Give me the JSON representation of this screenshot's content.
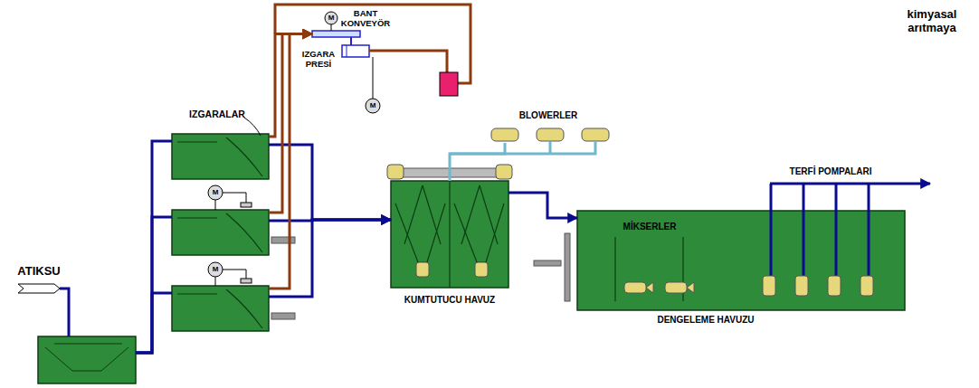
{
  "diagram": {
    "nodes": [
      {
        "text": [
          "ATIKSU"
        ]
      },
      {
        "text": [
          "IZGARALAR"
        ]
      },
      {
        "text": [
          "M"
        ]
      },
      {
        "text": [
          "M"
        ]
      },
      {
        "text": [
          "BANT KONVEYÖR"
        ]
      },
      {
        "text": [
          "IZGARA PRESİ"
        ]
      },
      {
        "text": [
          "KUMTUTUCU HAVUZ"
        ]
      },
      {
        "text": [
          "BLOWERLER"
        ]
      },
      {
        "text": [
          "DENGELEME HAVUZU"
        ]
      }
    ],
    "edges": [
      {
        "from": 0,
        "to": 1,
        "arrow": "none"
      },
      {
        "from": 0,
        "to": 2,
        "arrow": "none"
      },
      {
        "from": 0,
        "to": 3,
        "arrow": "none"
      },
      {
        "from": 1,
        "to": 6,
        "arrow": "to"
      },
      {
        "from": 2,
        "to": 6,
        "arrow": "to"
      },
      {
        "from": 3,
        "to": 6,
        "arrow": "to"
      },
      {
        "from": 1,
        "to": 4,
        "arrow": "to"
      },
      {
        "from": 2,
        "to": 4,
        "arrow": "to"
      },
      {
        "from": 3,
        "to": 4,
        "arrow": "to"
      },
      {
        "from": 4,
        "to": 5,
        "arrow": "none"
      },
      {
        "from": 7,
        "to": 6,
        "arrow": "none"
      },
      {
        "from": 6,
        "to": 8,
        "arrow": "to"
      }
    ],
    "labels": [
      "M",
      "M",
      "MİKSERLER",
      "TERFİ POMPALARI",
      "kimyasal arıtmaya"
    ]
  }
}
